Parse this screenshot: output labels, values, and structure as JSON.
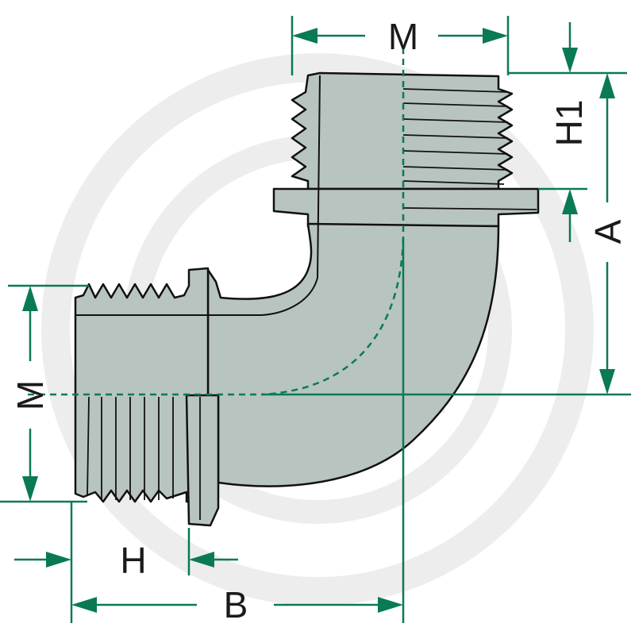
{
  "labels": {
    "top_m": "M",
    "h1": "H1",
    "a": "A",
    "left_m": "M",
    "h": "H",
    "b": "B"
  },
  "colors": {
    "body_fill": "#b8c4bf",
    "outline": "#111111",
    "dimension": "#0a7a55",
    "watermark": "#ececec"
  }
}
